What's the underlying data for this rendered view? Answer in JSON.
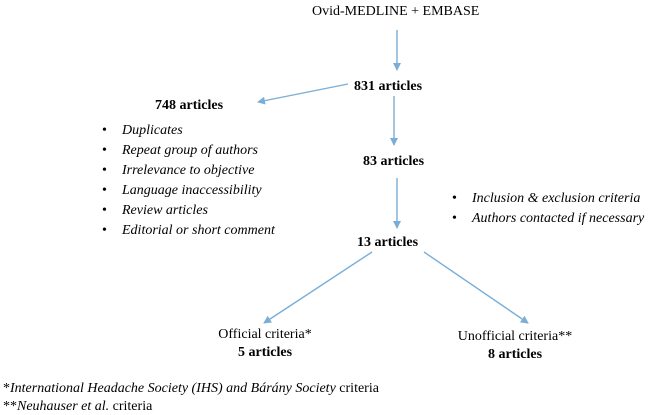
{
  "source": {
    "label": "Ovid-MEDLINE + EMBASE"
  },
  "node_831": {
    "label": "831 articles"
  },
  "node_748": {
    "label": "748 articles"
  },
  "exclusion_reasons": [
    "Duplicates",
    "Repeat group of authors",
    "Irrelevance to objective",
    "Language inaccessibility",
    "Review articles",
    "Editorial or short comment"
  ],
  "node_83": {
    "label": "83 articles"
  },
  "inclusion_notes": [
    "Inclusion & exclusion criteria",
    "Authors contacted if necessary"
  ],
  "node_13": {
    "label": "13 articles"
  },
  "official": {
    "title": "Official criteria*",
    "count": "5 articles"
  },
  "unofficial": {
    "title": "Unofficial criteria**",
    "count": "8 articles"
  },
  "footnotes": {
    "f1_mark": "*",
    "f1_italic": "International Headache Society (IHS) and Bárány Society",
    "f1_rest": " criteria",
    "f2_mark": "**",
    "f2_italic": "Neuhauser et al.",
    "f2_rest": " criteria"
  },
  "arrow_color": "#7aaed6"
}
